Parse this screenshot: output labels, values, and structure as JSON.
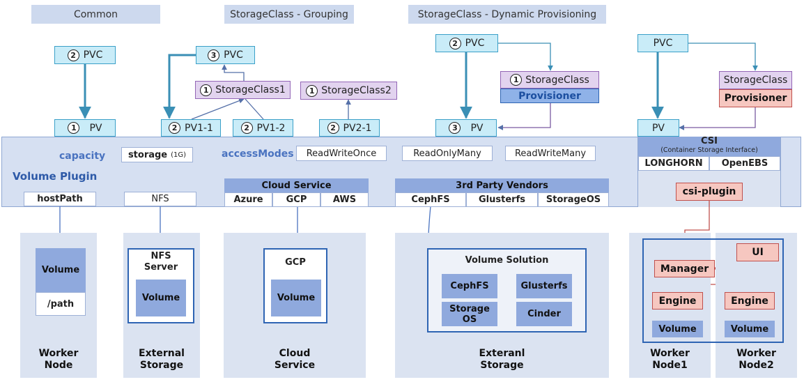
{
  "headers": {
    "common": "Common",
    "grouping": "StorageClass - Grouping",
    "dynamic": "StorageClass - Dynamic Provisioning"
  },
  "common": {
    "pvc_num": "2",
    "pvc": "PVC",
    "pv_num": "1",
    "pv": "PV"
  },
  "grouping": {
    "pvc_num": "3",
    "pvc": "PVC",
    "sc1_num": "1",
    "sc1": "StorageClass1",
    "sc2_num": "1",
    "sc2": "StorageClass2",
    "pv11_num": "2",
    "pv11": "PV1-1",
    "pv12_num": "2",
    "pv12": "PV1-2",
    "pv21_num": "2",
    "pv21": "PV2-1"
  },
  "dynamic": {
    "pvc_num": "2",
    "pvc": "PVC",
    "sc_num": "1",
    "sc": "StorageClass",
    "provisioner": "Provisioner",
    "pv_num": "3",
    "pv": "PV"
  },
  "csi_flow": {
    "pvc": "PVC",
    "sc": "StorageClass",
    "provisioner": "Provisioner",
    "pv": "PV"
  },
  "plugin": {
    "capacity": "capacity",
    "storage": "storage",
    "storage_size": "(1G)",
    "access_modes": "accessModes",
    "modes": [
      "ReadWriteOnce",
      "ReadOnlyMany",
      "ReadWriteMany"
    ],
    "volume_plugin": "Volume Plugin",
    "hostpath": "hostPath",
    "nfs": "NFS",
    "cloud_title": "Cloud Service",
    "cloud_items": [
      "Azure",
      "GCP",
      "AWS"
    ],
    "vendors_title": "3rd Party Vendors",
    "vendor_items": [
      "CephFS",
      "Glusterfs",
      "StorageOS"
    ],
    "csi_title": "CSI",
    "csi_sub": "(Container Storage Interface)",
    "csi_items": [
      "LONGHORN",
      "OpenEBS"
    ],
    "csi_plugin": "csi-plugin"
  },
  "bottom": {
    "worker": {
      "volume": "Volume",
      "path": "/path",
      "label": "Worker\nNode"
    },
    "external": {
      "server": "NFS\nServer",
      "volume": "Volume",
      "label": "External\nStorage"
    },
    "cloud": {
      "title": "GCP",
      "volume": "Volume",
      "label": "Cloud\nService"
    },
    "vendor": {
      "title": "Volume Solution",
      "items": [
        "CephFS",
        "Glusterfs",
        "Storage\nOS",
        "Cinder"
      ],
      "label": "Exteranl\nStorage"
    },
    "longhorn": {
      "ui": "UI",
      "manager": "Manager",
      "engine1": "Engine",
      "engine2": "Engine",
      "volume1": "Volume",
      "volume2": "Volume",
      "label1": "Worker\nNode1",
      "label2": "Worker\nNode2"
    }
  },
  "colors": {
    "pvc": "#c9ecf8",
    "storageclass": "#e2d3ef",
    "band": "#d6e0f2",
    "accent": "#2e64b3",
    "red": "#c0504d"
  }
}
